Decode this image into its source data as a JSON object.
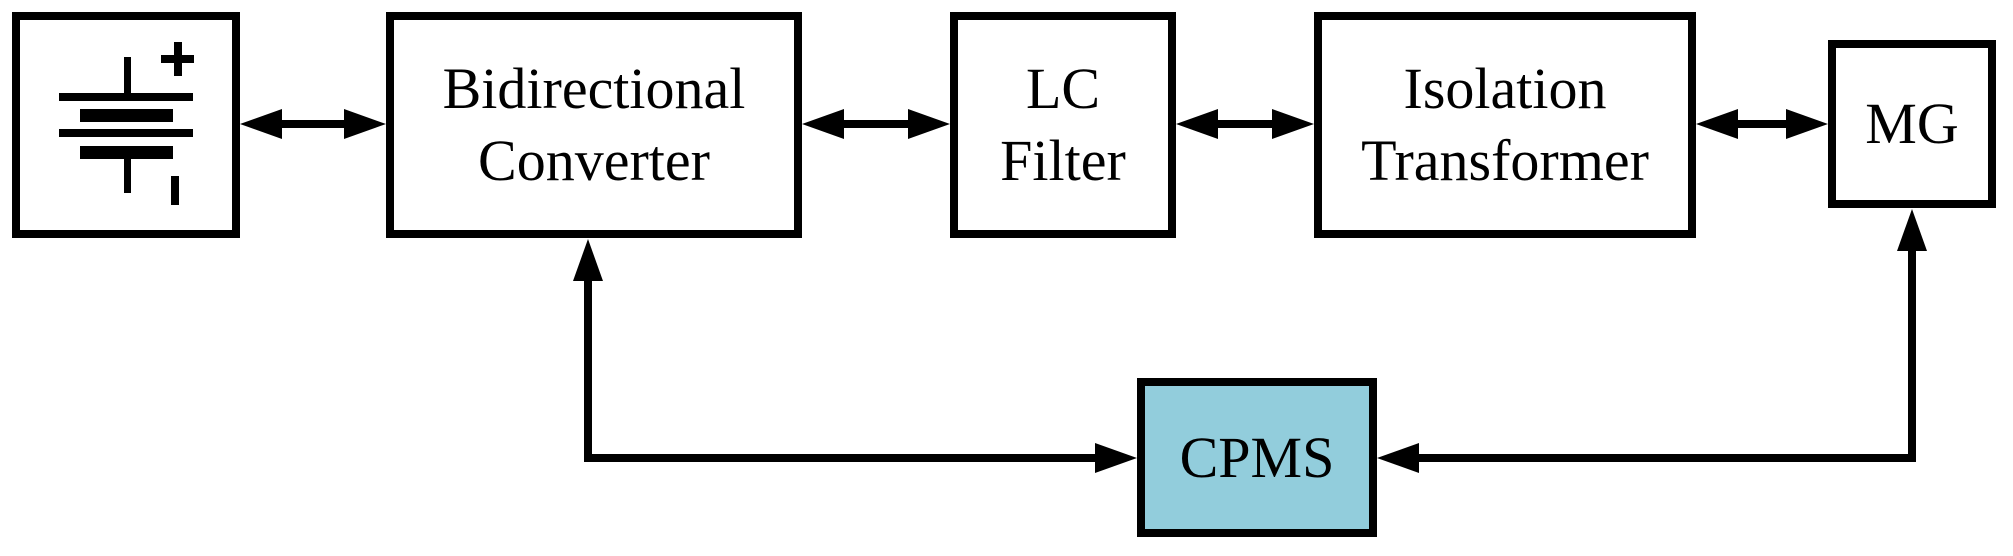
{
  "colors": {
    "background": "#ffffff",
    "line": "#000000",
    "box_fill": "#ffffff",
    "cpms_fill": "#92CDDC"
  },
  "blocks": {
    "battery": {
      "icon": "battery-icon",
      "plus": "+",
      "minus": "−"
    },
    "converter": {
      "lines": [
        "Bidirectional",
        "Converter"
      ]
    },
    "lc_filter": {
      "lines": [
        "LC",
        "Filter"
      ]
    },
    "isolation_transformer": {
      "lines": [
        "Isolation",
        "Transformer"
      ]
    },
    "mg": {
      "label": "MG"
    },
    "cpms": {
      "label": "CPMS"
    }
  },
  "connections": [
    {
      "from": "battery",
      "to": "converter",
      "style": "double-headed-arrow"
    },
    {
      "from": "converter",
      "to": "lc_filter",
      "style": "double-headed-arrow"
    },
    {
      "from": "lc_filter",
      "to": "isolation_transformer",
      "style": "double-headed-arrow"
    },
    {
      "from": "isolation_transformer",
      "to": "mg",
      "style": "double-headed-arrow"
    },
    {
      "from": "converter",
      "to": "cpms",
      "style": "double-headed-elbow-arrow"
    },
    {
      "from": "mg",
      "to": "cpms",
      "style": "double-headed-elbow-arrow"
    }
  ]
}
